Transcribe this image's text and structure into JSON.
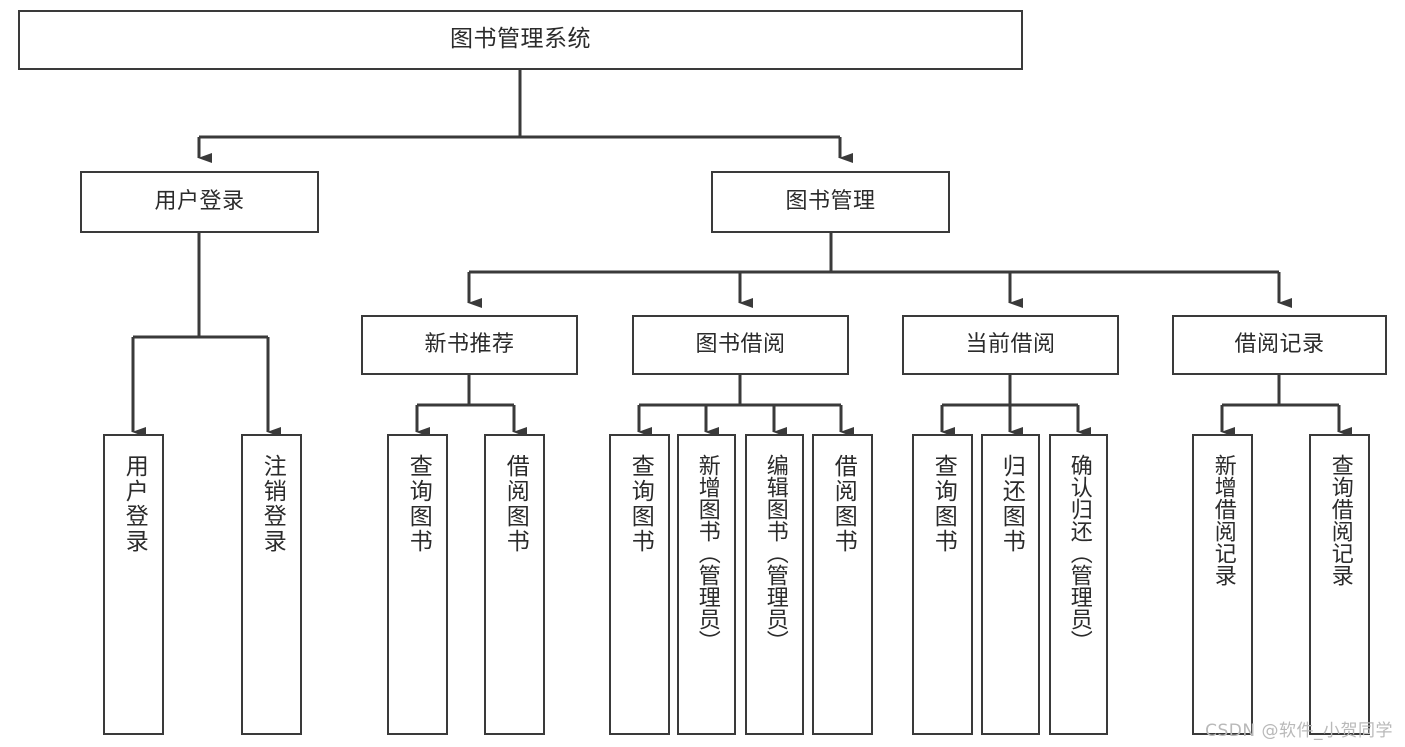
{
  "diagram": {
    "title": "图书管理系统",
    "type": "tree",
    "watermark": "CSDN @软件_小贺同学",
    "colors": {
      "background": "#ffffff",
      "box_border": "#3a3a3a",
      "box_fill": "#ffffff",
      "text": "#2b2b2b",
      "connector": "#3a3a3a",
      "watermark": "#b9b9b9"
    },
    "levels": [
      {
        "level": 0,
        "nodes": [
          {
            "id": "root",
            "label": "图书管理系统",
            "orientation": "horizontal"
          }
        ]
      },
      {
        "level": 1,
        "nodes": [
          {
            "id": "login",
            "label": "用户登录",
            "orientation": "horizontal",
            "parent": "root"
          },
          {
            "id": "bookmgmt",
            "label": "图书管理",
            "orientation": "horizontal",
            "parent": "root"
          }
        ]
      },
      {
        "level": 2,
        "nodes": [
          {
            "id": "newbook",
            "label": "新书推荐",
            "orientation": "horizontal",
            "parent": "bookmgmt"
          },
          {
            "id": "borrow",
            "label": "图书借阅",
            "orientation": "horizontal",
            "parent": "bookmgmt"
          },
          {
            "id": "current",
            "label": "当前借阅",
            "orientation": "horizontal",
            "parent": "bookmgmt"
          },
          {
            "id": "records",
            "label": "借阅记录",
            "orientation": "horizontal",
            "parent": "bookmgmt"
          }
        ]
      },
      {
        "level": 3,
        "nodes": [
          {
            "id": "leaf1",
            "label": "用户登录",
            "orientation": "vertical",
            "parent": "login"
          },
          {
            "id": "leaf2",
            "label": "注销登录",
            "orientation": "vertical",
            "parent": "login"
          },
          {
            "id": "leaf3",
            "label": "查询图书",
            "orientation": "vertical",
            "parent": "newbook"
          },
          {
            "id": "leaf4",
            "label": "借阅图书",
            "orientation": "vertical",
            "parent": "newbook"
          },
          {
            "id": "leaf5",
            "label": "查询图书",
            "orientation": "vertical",
            "parent": "borrow"
          },
          {
            "id": "leaf6",
            "label": "新增图书（管理员）",
            "orientation": "vertical",
            "parent": "borrow"
          },
          {
            "id": "leaf7",
            "label": "编辑图书（管理员）",
            "orientation": "vertical",
            "parent": "borrow"
          },
          {
            "id": "leaf8",
            "label": "借阅图书",
            "orientation": "vertical",
            "parent": "borrow"
          },
          {
            "id": "leaf9",
            "label": "查询图书",
            "orientation": "vertical",
            "parent": "current"
          },
          {
            "id": "leaf10",
            "label": "归还图书",
            "orientation": "vertical",
            "parent": "current"
          },
          {
            "id": "leaf11",
            "label": "确认归还（管理员）",
            "orientation": "vertical",
            "parent": "current"
          },
          {
            "id": "leaf12",
            "label": "新增借阅记录",
            "orientation": "vertical",
            "parent": "records"
          },
          {
            "id": "leaf13",
            "label": "查询借阅记录",
            "orientation": "vertical",
            "parent": "records"
          }
        ]
      }
    ]
  }
}
